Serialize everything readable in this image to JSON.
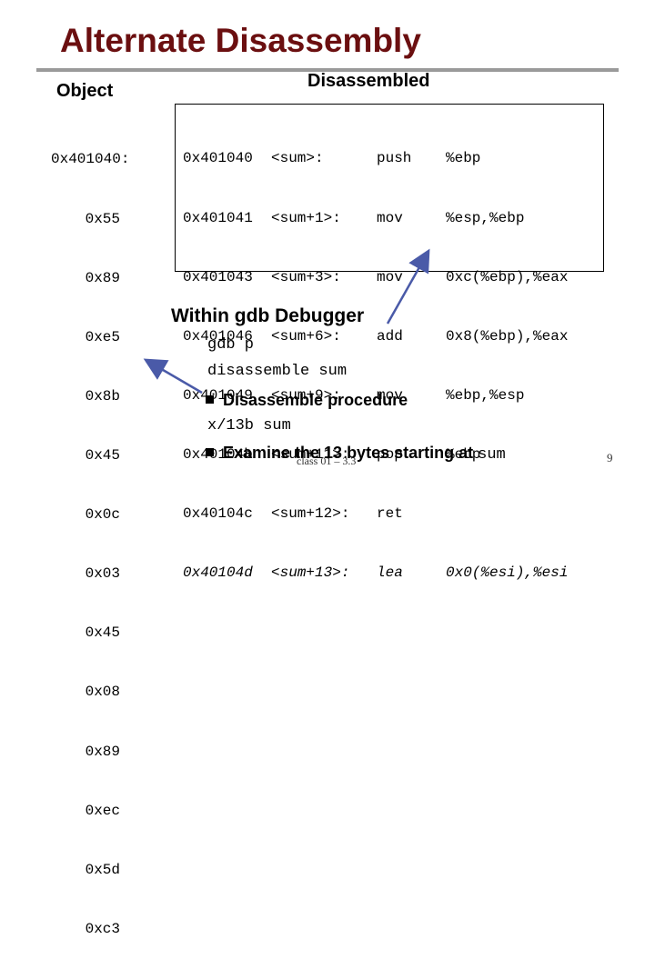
{
  "title": "Alternate Disassembly",
  "object_header": "Object",
  "disassembled_header": "Disassembled",
  "object_bytes": [
    "0x401040:",
    "0x55",
    "0x89",
    "0xe5",
    "0x8b",
    "0x45",
    "0x0c",
    "0x03",
    "0x45",
    "0x08",
    "0x89",
    "0xec",
    "0x5d",
    "0xc3"
  ],
  "disasm": {
    "addresses": [
      "0x401040",
      "0x401041",
      "0x401043",
      "0x401046",
      "0x401049",
      "0x40104b",
      "0x40104c",
      "0x40104d"
    ],
    "labels": [
      "<sum>:",
      "<sum+1>:",
      "<sum+3>:",
      "<sum+6>:",
      "<sum+9>:",
      "<sum+11>:",
      "<sum+12>:",
      "<sum+13>:"
    ],
    "opcodes": [
      "push",
      "mov",
      "mov",
      "add",
      "mov",
      "pop",
      "ret",
      "lea"
    ],
    "operands": [
      "%ebp",
      "%esp,%ebp",
      "0xc(%ebp),%eax",
      "0x8(%ebp),%eax",
      "%ebp,%esp",
      "%ebp",
      "",
      "0x0(%esi),%esi"
    ]
  },
  "gdb": {
    "heading": "Within gdb Debugger",
    "cmd1": "gdb p",
    "cmd2": "disassemble sum",
    "bullet1": "Disassemble procedure",
    "cmd3": "x/13b sum",
    "bullet2_prefix": "Examine the 13 bytes starting at",
    "bullet2_code": "sum"
  },
  "footer": {
    "left": "class 01 – 3.3",
    "right": "9"
  },
  "colors": {
    "title": "#6b0f10",
    "arrow": "#4a5aa8",
    "rule": "#9a9a9a"
  }
}
